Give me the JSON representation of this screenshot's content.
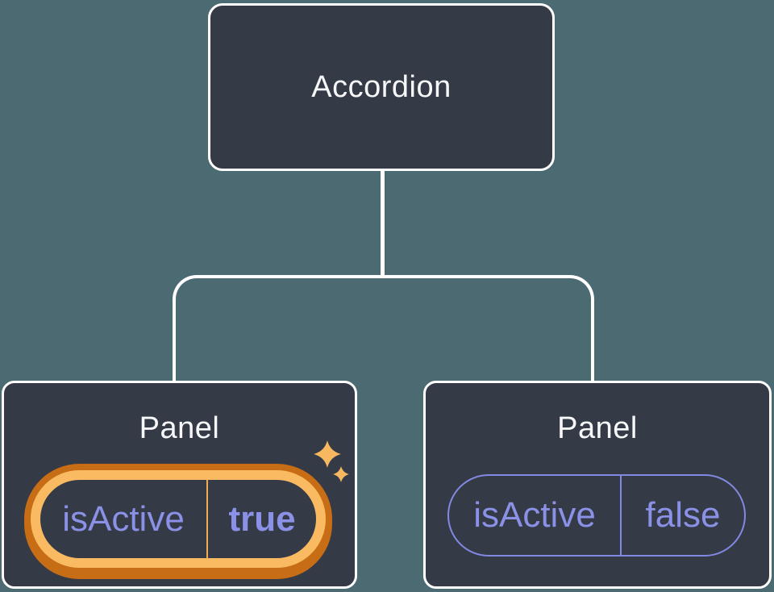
{
  "diagram": {
    "root": {
      "label": "Accordion"
    },
    "panels": [
      {
        "title": "Panel",
        "prop_name": "isActive",
        "prop_value": "true",
        "state": "active"
      },
      {
        "title": "Panel",
        "prop_name": "isActive",
        "prop_value": "false",
        "state": "inactive"
      }
    ]
  },
  "icons": {
    "sparkle": "sparkle-icon"
  },
  "colors": {
    "background": "#4C6A72",
    "card_bg": "#343A46",
    "card_border": "#FFFFFF",
    "connector": "#FFFFFF",
    "title_text": "#F6F7F9",
    "prop_text": "#8A91E6",
    "pill_border_inactive": "#8289E2",
    "active_ring_inner": "#FABA62",
    "active_ring_outer": "#C76D15",
    "active_divider": "#F2AC4E",
    "sparkle": "#F8B860"
  }
}
